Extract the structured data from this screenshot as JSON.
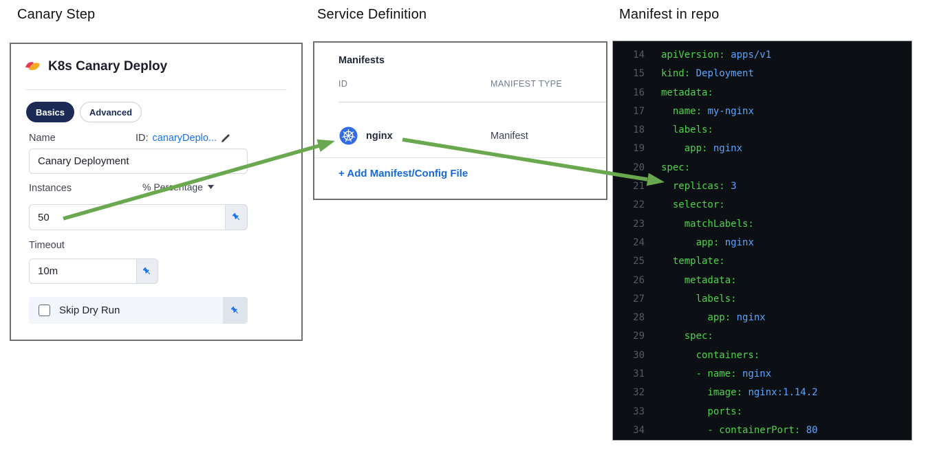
{
  "headings": {
    "canary_step": "Canary Step",
    "service_definition": "Service Definition",
    "manifest_in_repo": "Manifest in repo"
  },
  "canary_panel": {
    "title": "K8s Canary Deploy",
    "tabs": [
      {
        "label": "Basics",
        "active": true
      },
      {
        "label": "Advanced",
        "active": false
      }
    ],
    "name_label": "Name",
    "id_prefix": "ID:",
    "id_value": "canaryDeplo...",
    "name_value": "Canary Deployment",
    "instances_label": "Instances",
    "instances_unit": "% Percentage",
    "instances_value": "50",
    "timeout_label": "Timeout",
    "timeout_value": "10m",
    "skip_dry_run_label": "Skip Dry Run",
    "skip_dry_run_checked": false
  },
  "service_panel": {
    "section_title": "Manifests",
    "columns": {
      "id": "ID",
      "type": "MANIFEST TYPE"
    },
    "rows": [
      {
        "id": "nginx",
        "type": "Manifest",
        "icon": "kubernetes-icon"
      }
    ],
    "add_link": "+ Add Manifest/Config File"
  },
  "code_panel": {
    "language": "yaml",
    "lines": [
      {
        "n": "14",
        "pre": "",
        "key": "apiVersion:",
        "val": " apps/v1"
      },
      {
        "n": "15",
        "pre": "",
        "key": "kind:",
        "val": " Deployment"
      },
      {
        "n": "16",
        "pre": "",
        "key": "metadata:",
        "val": ""
      },
      {
        "n": "17",
        "pre": "  ",
        "key": "name:",
        "val": " my-nginx"
      },
      {
        "n": "18",
        "pre": "  ",
        "key": "labels:",
        "val": ""
      },
      {
        "n": "19",
        "pre": "    ",
        "key": "app:",
        "val": " nginx"
      },
      {
        "n": "20",
        "pre": "",
        "key": "spec:",
        "val": ""
      },
      {
        "n": "21",
        "pre": "  ",
        "key": "replicas:",
        "val": " 3"
      },
      {
        "n": "22",
        "pre": "  ",
        "key": "selector:",
        "val": ""
      },
      {
        "n": "23",
        "pre": "    ",
        "key": "matchLabels:",
        "val": ""
      },
      {
        "n": "24",
        "pre": "      ",
        "key": "app:",
        "val": " nginx"
      },
      {
        "n": "25",
        "pre": "  ",
        "key": "template:",
        "val": ""
      },
      {
        "n": "26",
        "pre": "    ",
        "key": "metadata:",
        "val": ""
      },
      {
        "n": "27",
        "pre": "      ",
        "key": "labels:",
        "val": ""
      },
      {
        "n": "28",
        "pre": "        ",
        "key": "app:",
        "val": " nginx"
      },
      {
        "n": "29",
        "pre": "    ",
        "key": "spec:",
        "val": ""
      },
      {
        "n": "30",
        "pre": "      ",
        "key": "containers:",
        "val": ""
      },
      {
        "n": "31",
        "pre": "      ",
        "key": "- name:",
        "val": " nginx"
      },
      {
        "n": "32",
        "pre": "        ",
        "key": "image:",
        "val": " nginx:1.14.2"
      },
      {
        "n": "33",
        "pre": "        ",
        "key": "ports:",
        "val": ""
      },
      {
        "n": "34",
        "pre": "        ",
        "key": "- containerPort:",
        "val": " 80"
      }
    ]
  },
  "colors": {
    "accent_blue": "#1a73e8",
    "link_blue": "#1669d8",
    "pill_navy": "#1b2b55",
    "arrow_green": "#6aa84f",
    "code_bg": "#0c0f14",
    "code_key_green": "#4cd34c",
    "code_value_blue": "#58a6ff",
    "code_linenum_gray": "#545b64",
    "kubernetes_blue": "#326ce5",
    "canary_red": "#e23a50",
    "canary_gold": "#f7a824"
  }
}
